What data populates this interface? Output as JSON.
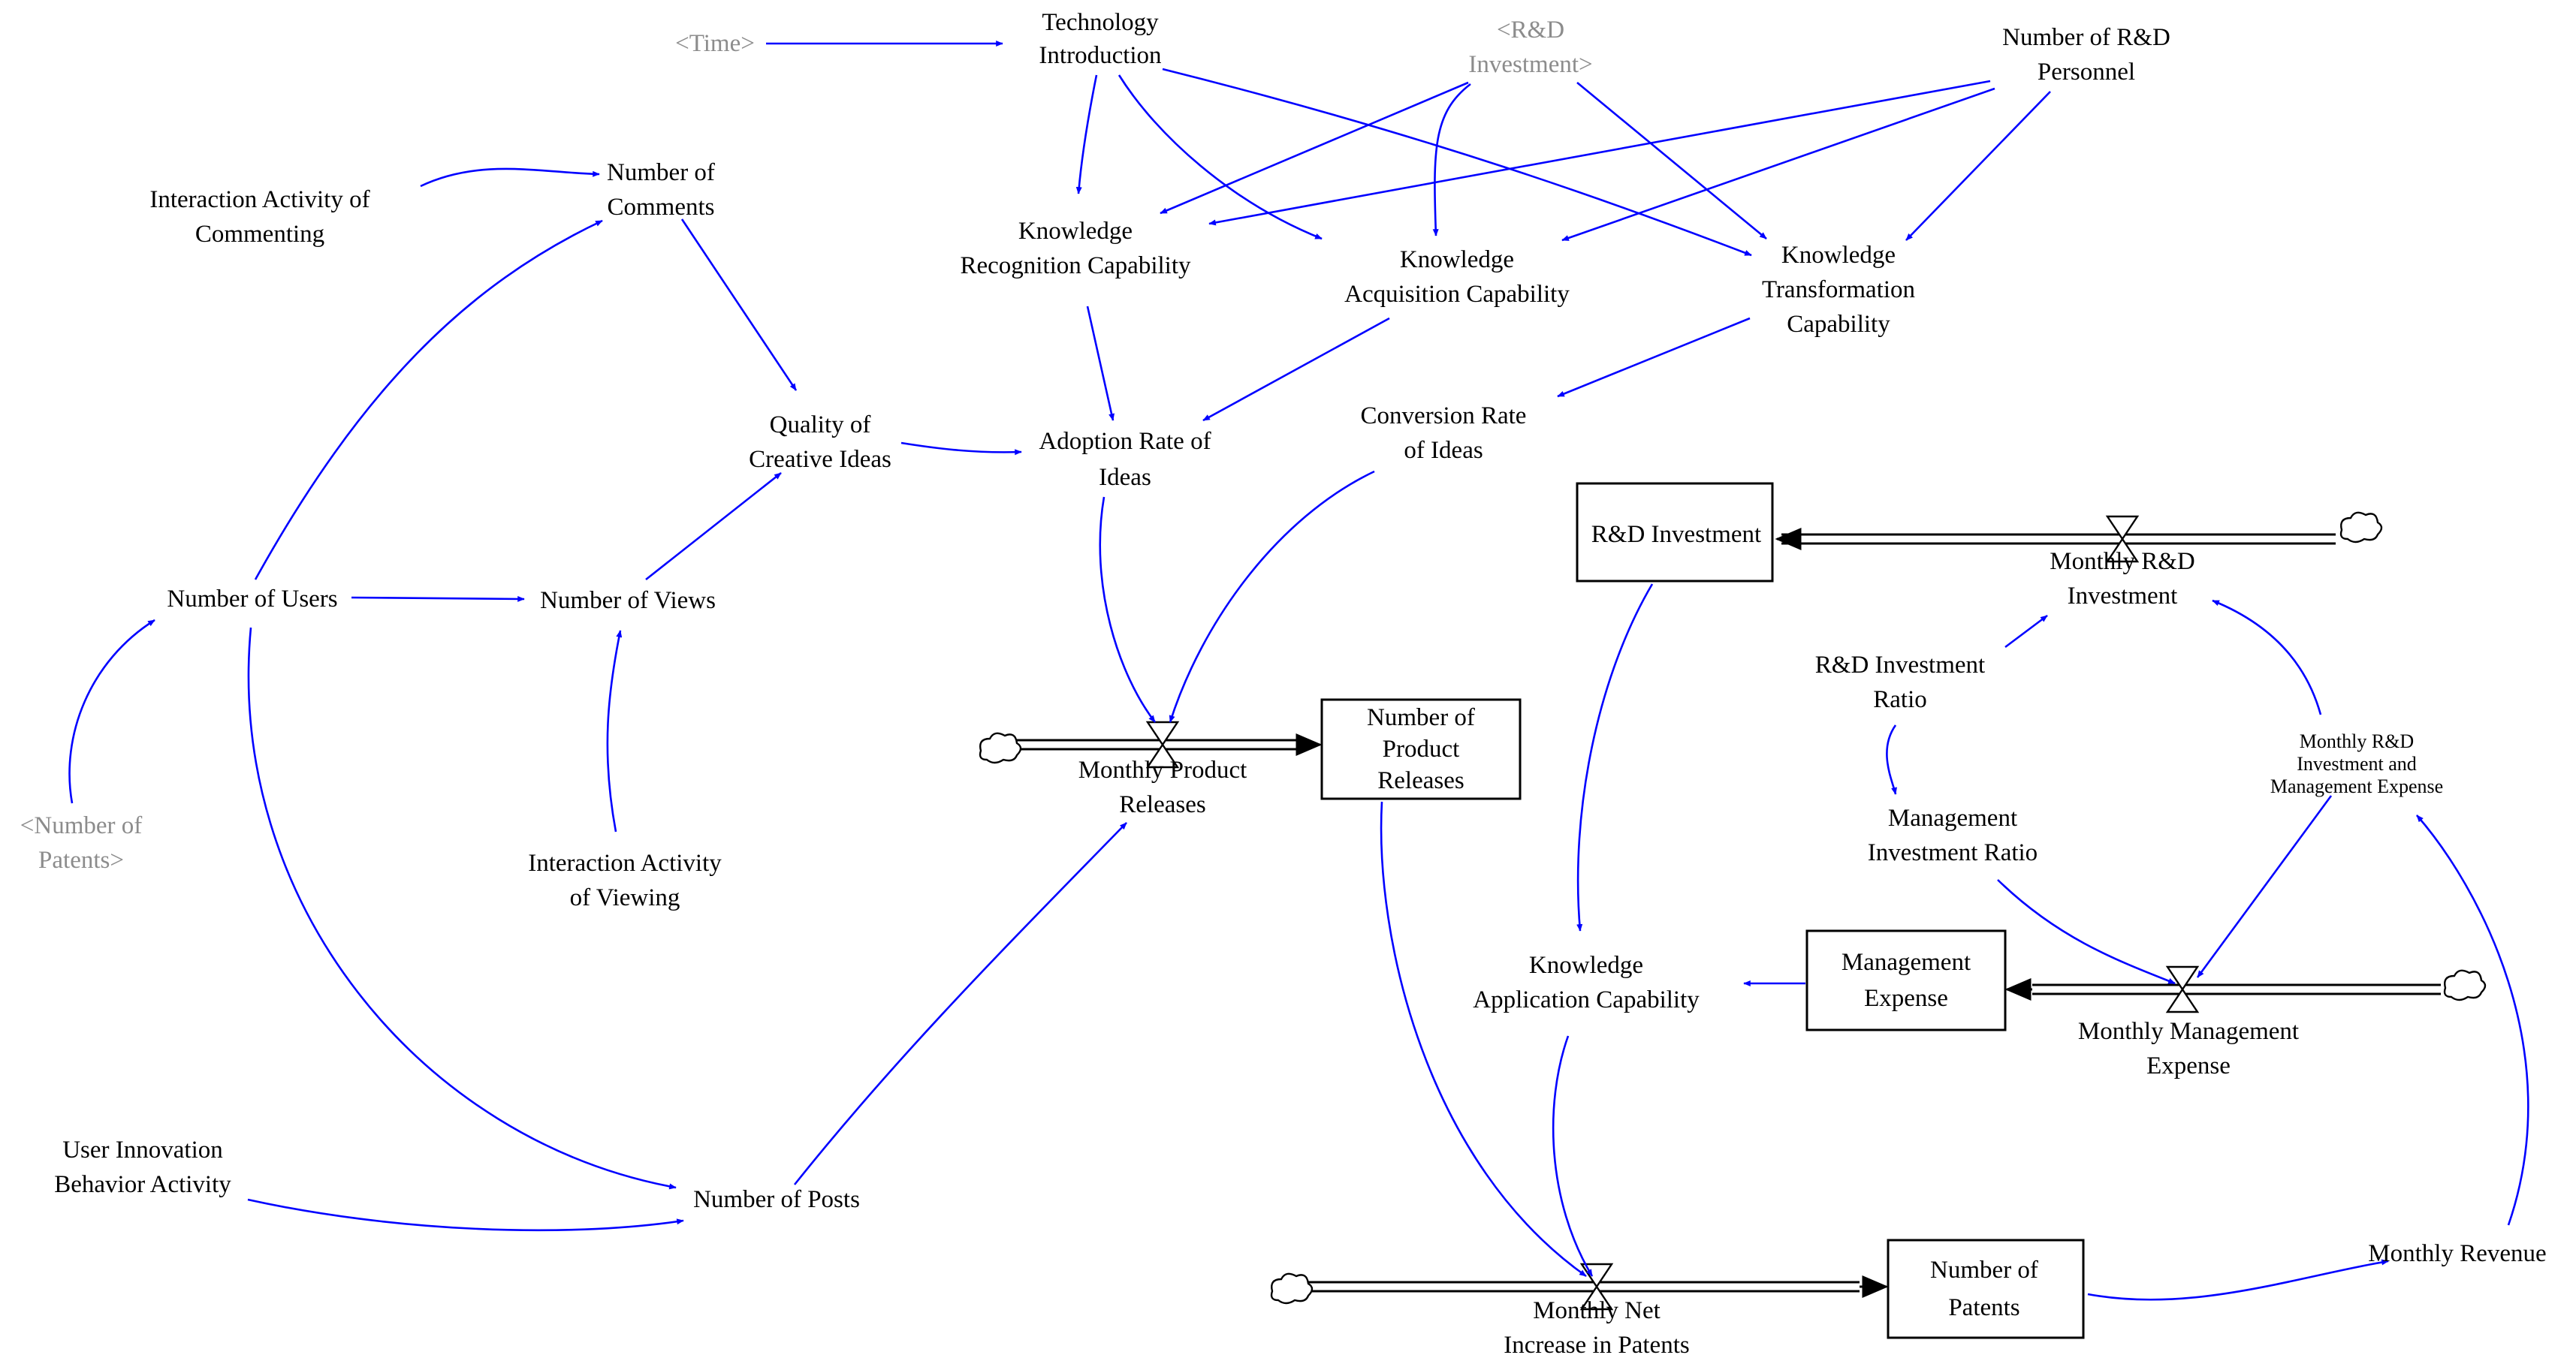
{
  "colors": {
    "link": "#0000ff",
    "flow": "#000000",
    "shadow_variable": "#8c8c8c",
    "background": "#ffffff"
  },
  "shadow_variables": {
    "time": [
      "<Time>"
    ],
    "rd_investment": [
      "<R&D",
      "Investment>"
    ],
    "number_of_patents": [
      "<Number of",
      "Patents>"
    ]
  },
  "variables": {
    "technology_introduction": [
      "Technology",
      "Introduction"
    ],
    "number_of_rd_personnel": [
      "Number of R&D",
      "Personnel"
    ],
    "interaction_activity_commenting": [
      "Interaction Activity of",
      "Commenting"
    ],
    "number_of_comments": [
      "Number of",
      "Comments"
    ],
    "knowledge_recognition": [
      "Knowledge",
      "Recognition Capability"
    ],
    "knowledge_acquisition": [
      "Knowledge",
      "Acquisition Capability"
    ],
    "knowledge_transformation": [
      "Knowledge",
      "Transformation",
      "Capability"
    ],
    "quality_of_creative_ideas": [
      "Quality of",
      "Creative Ideas"
    ],
    "adoption_rate_of_ideas": [
      "Adoption Rate of",
      "Ideas"
    ],
    "conversion_rate_of_ideas": [
      "Conversion Rate",
      "of Ideas"
    ],
    "number_of_users": [
      "Number of Users"
    ],
    "number_of_views": [
      "Number of Views"
    ],
    "interaction_activity_viewing": [
      "Interaction Activity",
      "of Viewing"
    ],
    "user_innovation_behavior": [
      "User Innovation",
      "Behavior Activity"
    ],
    "number_of_posts": [
      "Number of Posts"
    ],
    "rd_investment_ratio": [
      "R&D Investment",
      "Ratio"
    ],
    "management_investment_ratio": [
      "Management",
      "Investment Ratio"
    ],
    "monthly_rd_and_mgmt_expense": [
      "Monthly R&D",
      "Investment and",
      "Management Expense"
    ],
    "knowledge_application": [
      "Knowledge",
      "Application Capability"
    ],
    "monthly_revenue": [
      "Monthly Revenue"
    ]
  },
  "stocks": {
    "rd_investment": [
      "R&D Investment"
    ],
    "number_of_product_releases": [
      "Number of",
      "Product",
      "Releases"
    ],
    "management_expense": [
      "Management",
      "Expense"
    ],
    "number_of_patents": [
      "Number of",
      "Patents"
    ]
  },
  "flows": {
    "monthly_rd_investment": [
      "Monthly R&D",
      "Investment"
    ],
    "monthly_product_releases": [
      "Monthly Product",
      "Releases"
    ],
    "monthly_management_expense": [
      "Monthly Management",
      "Expense"
    ],
    "monthly_net_increase_patents": [
      "Monthly Net",
      "Increase in Patents"
    ]
  }
}
